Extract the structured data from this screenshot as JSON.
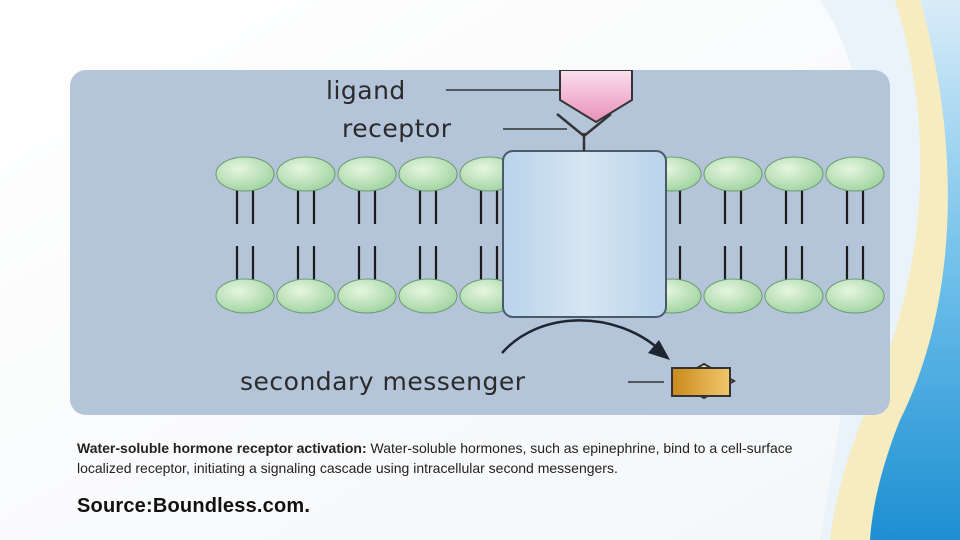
{
  "diagram": {
    "labels": {
      "ligand": "ligand",
      "receptor": "receptor",
      "secondary_messenger": "secondary messenger"
    },
    "colors": {
      "background": "#b4c4d9",
      "phospholipid_head": "#bfe3b8",
      "receptor": "#c8dced",
      "ligand": "#ef9cc4",
      "messenger": "#e5b04a"
    }
  },
  "caption": {
    "title": "Water-soluble hormone receptor activation:",
    "body": "Water-soluble hormones, such as epinephrine, bind to a cell-surface localized receptor, initiating a signaling cascade using intracellular second messengers."
  },
  "source": "Source:Boundless.com."
}
